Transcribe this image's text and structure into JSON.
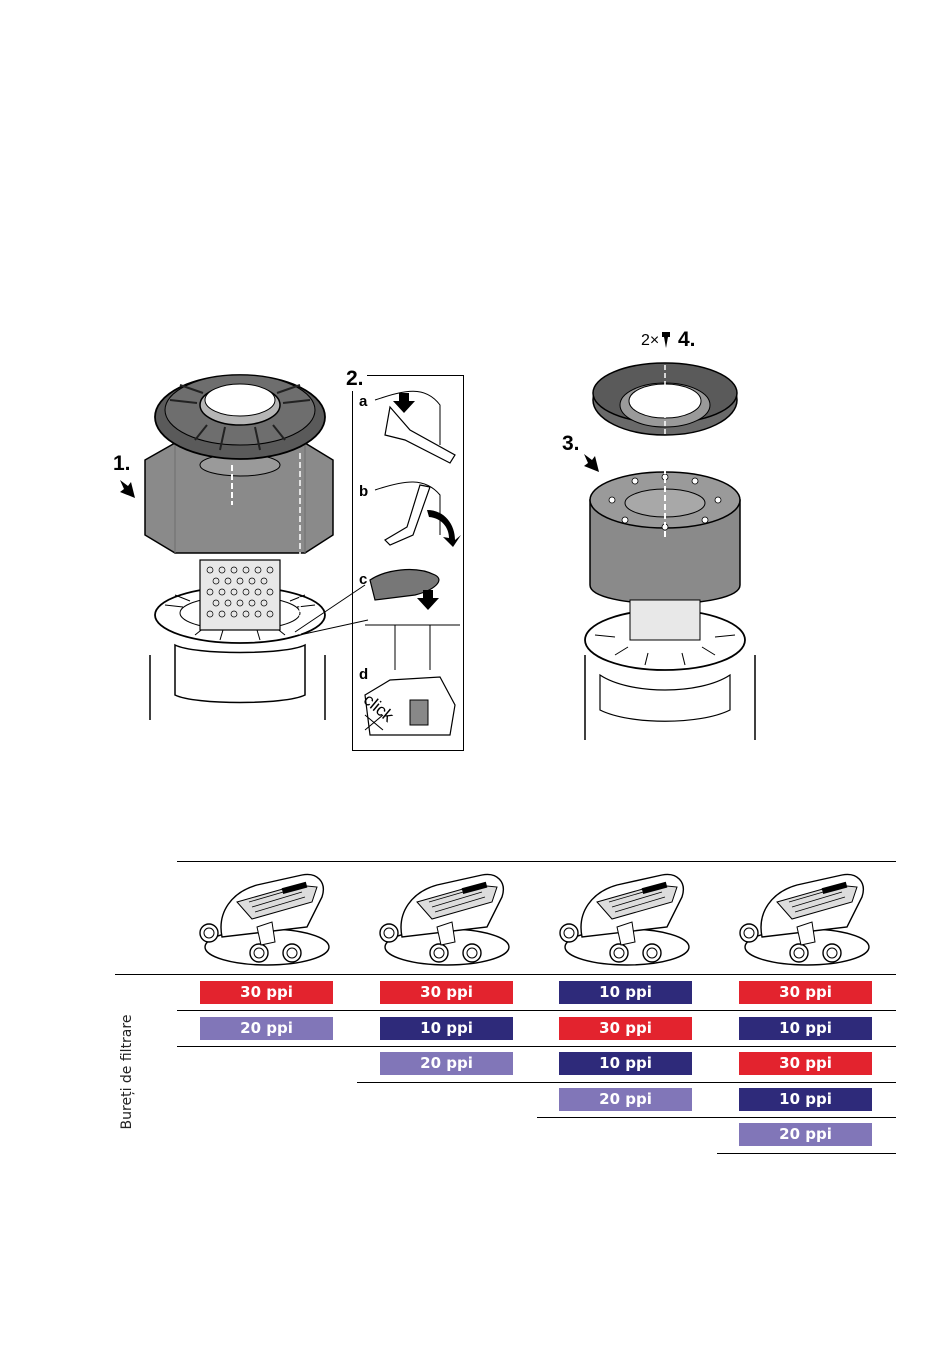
{
  "figure": {
    "step1": "1.",
    "step2": "2.",
    "step3": "3.",
    "step4": "4.",
    "sub_a": "a",
    "sub_b": "b",
    "sub_c": "c",
    "sub_d": "d",
    "click": "click",
    "screws": "2×"
  },
  "colors": {
    "red": "#e3232e",
    "dark_blue": "#2e2a7a",
    "light_purple": "#8176b8"
  },
  "table": {
    "row_label": "Bureți de filtrare",
    "columns": [
      {
        "filters": [
          "30 ppi",
          "20 ppi"
        ]
      },
      {
        "filters": [
          "30 ppi",
          "10 ppi",
          "20 ppi"
        ]
      },
      {
        "filters": [
          "10 ppi",
          "30 ppi",
          "10 ppi",
          "20 ppi"
        ]
      },
      {
        "filters": [
          "30 ppi",
          "10 ppi",
          "30 ppi",
          "10 ppi",
          "20 ppi"
        ]
      }
    ]
  }
}
